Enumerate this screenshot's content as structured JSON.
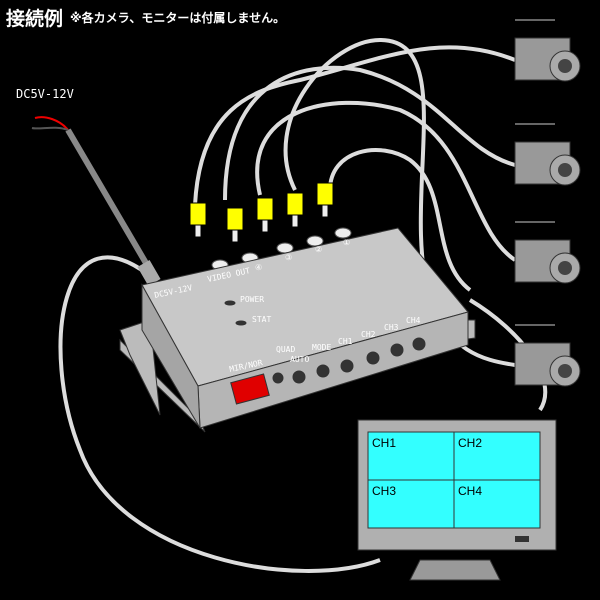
{
  "header": {
    "title": "接続例",
    "note": "※各カメラ、モニターは付属しません。"
  },
  "power": {
    "label": "DC5V-12V"
  },
  "device": {
    "dc_label": "DC5V-12V",
    "video_out": "VIDEO OUT",
    "ports": [
      "④",
      "③",
      "②",
      "①"
    ],
    "power_led": "POWER",
    "stat_led": "STAT",
    "mir_nor": "MIR/NOR",
    "buttons": [
      "QUAD",
      "AUTO",
      "MODE",
      "CH1",
      "CH2",
      "CH3",
      "CH4"
    ]
  },
  "monitor": {
    "quadrants": [
      "CH1",
      "CH2",
      "CH3",
      "CH4"
    ],
    "screen_color": "#33ffff"
  },
  "colors": {
    "rca": "#ffff00",
    "dip": "#e00000",
    "body": "#c8c8c8"
  }
}
